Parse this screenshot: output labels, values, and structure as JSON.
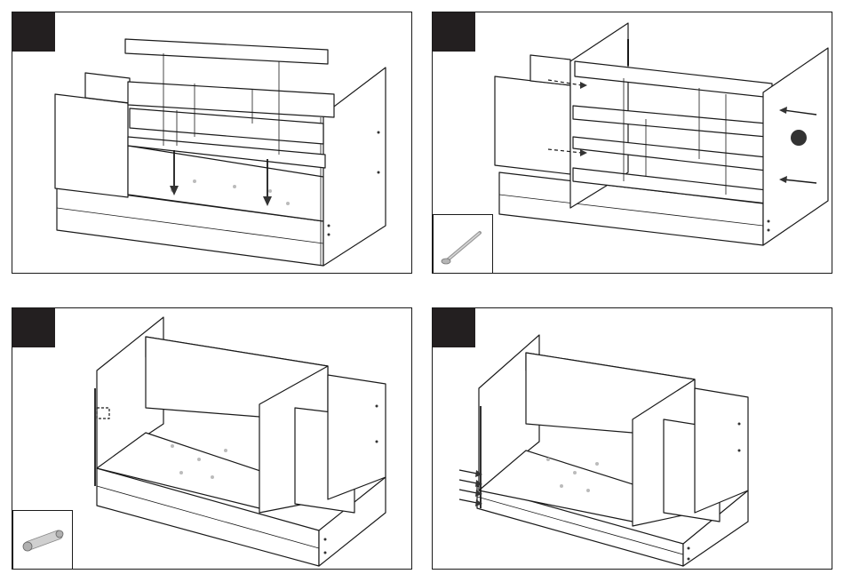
{
  "panels": [
    {
      "id": "step-1",
      "step_label": ""
    },
    {
      "id": "step-2",
      "step_label": ""
    },
    {
      "id": "step-3",
      "step_label": ""
    },
    {
      "id": "step-4",
      "step_label": ""
    }
  ],
  "parts": {
    "bolt": "long-bolt-icon",
    "connector": "cam-connector-icon"
  },
  "colors": {
    "line": "#1a1a1a",
    "badge": "#231f20",
    "background": "#ffffff"
  }
}
